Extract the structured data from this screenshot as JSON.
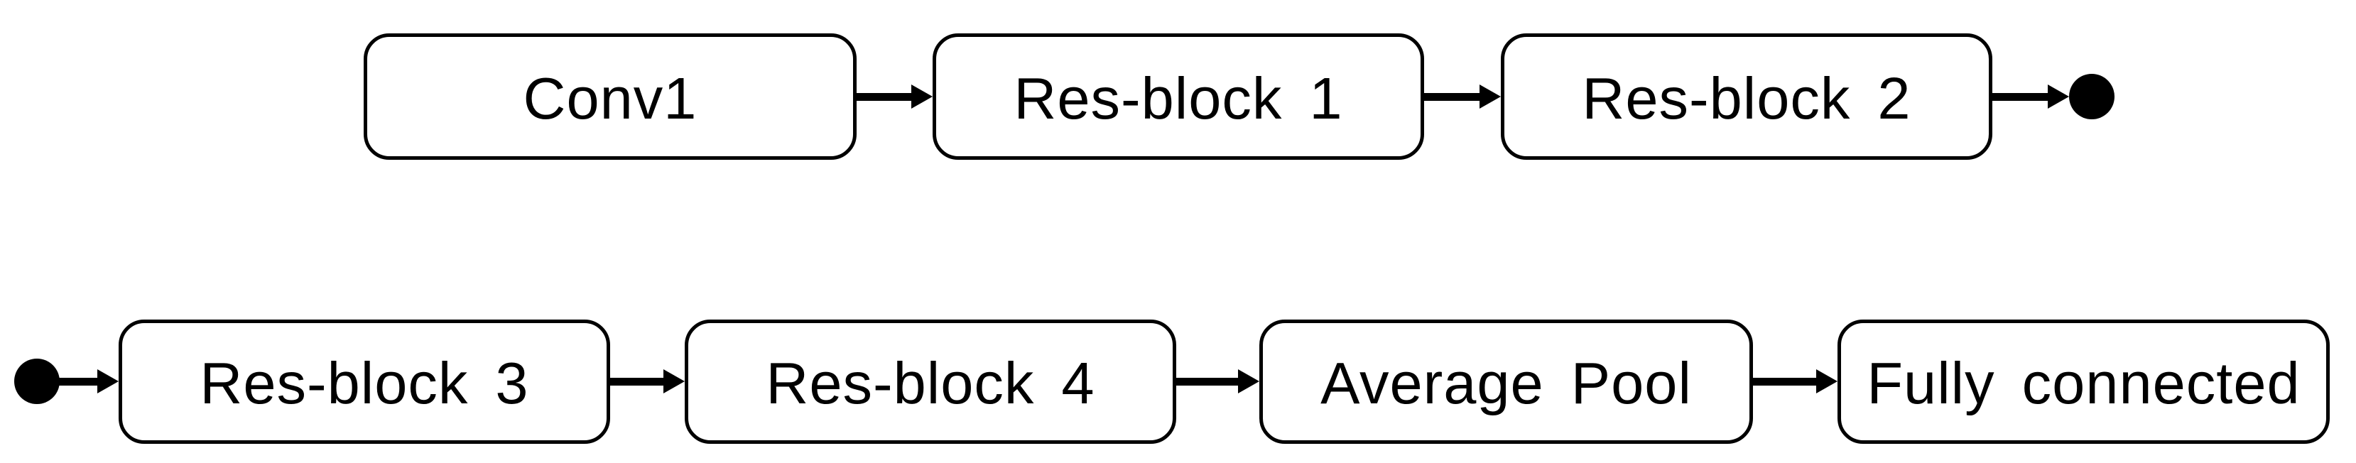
{
  "diagram": {
    "type": "flowchart",
    "background_color": "#ffffff",
    "stroke_color": "#000000",
    "rows": [
      {
        "boxes": [
          {
            "label": "Conv1"
          },
          {
            "label": "Res-block 1"
          },
          {
            "label": "Res-block 2"
          }
        ],
        "end_marker": "filled-circle"
      },
      {
        "start_marker": "filled-circle",
        "boxes": [
          {
            "label": "Res-block 3"
          },
          {
            "label": "Res-block 4"
          },
          {
            "label": "Average Pool"
          },
          {
            "label": "Fully connected"
          }
        ]
      }
    ],
    "flow_sequence": [
      "Conv1",
      "Res-block 1",
      "Res-block 2",
      "Res-block 3",
      "Res-block 4",
      "Average Pool",
      "Fully connected"
    ]
  }
}
